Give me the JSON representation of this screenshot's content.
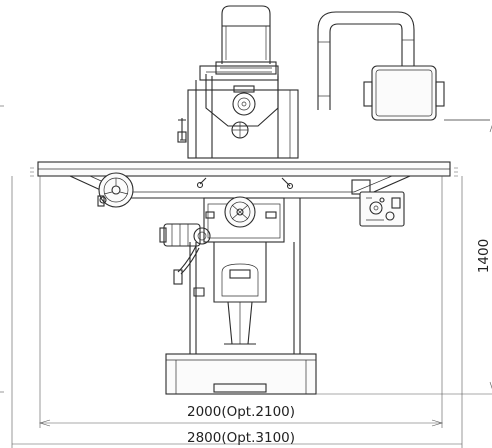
{
  "dimensions": {
    "table_travel": "2000(Opt.2100)",
    "overall_width": "2800(Opt.3100)",
    "height": "1400"
  }
}
